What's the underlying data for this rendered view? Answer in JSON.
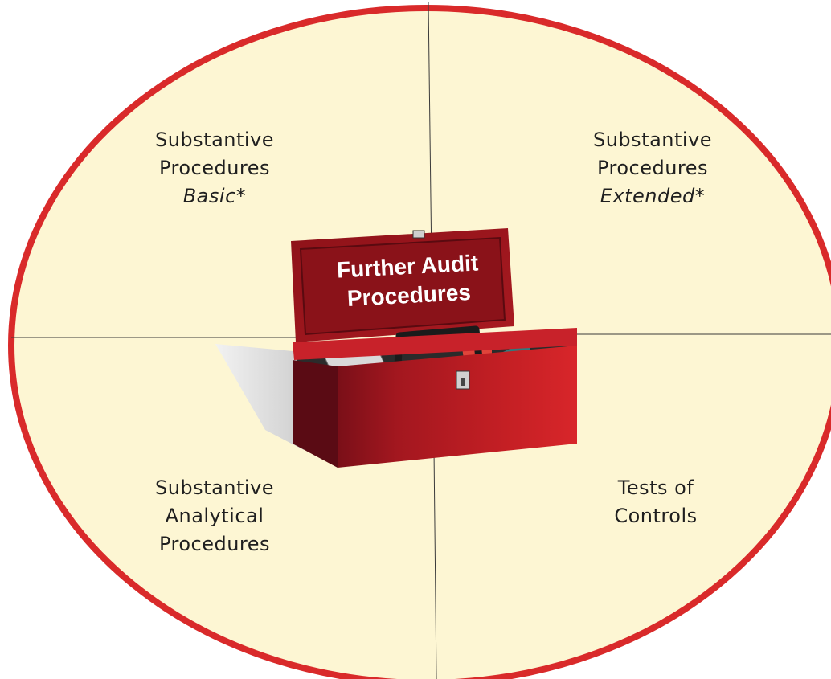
{
  "colors": {
    "background": "#ffffff",
    "circle_fill": "#fdf6d3",
    "circle_stroke": "#d92a2a",
    "divider": "#3a3a3a",
    "toolbox_red": "#b81d22",
    "toolbox_dark": "#6a0d14",
    "label_text": "#1f1f1f"
  },
  "toolbox": {
    "icon": "toolbox-icon",
    "title_line1": "Further Audit",
    "title_line2": "Procedures"
  },
  "quadrants": {
    "top_left": {
      "line1": "Substantive",
      "line2": "Procedures",
      "line3": "Basic*"
    },
    "top_right": {
      "line1": "Substantive",
      "line2": "Procedures",
      "line3": "Extended*"
    },
    "bottom_left": {
      "line1": "Substantive",
      "line2": "Analytical",
      "line3": "Procedures"
    },
    "bottom_right": {
      "line1": "Tests of",
      "line2": "Controls"
    }
  }
}
